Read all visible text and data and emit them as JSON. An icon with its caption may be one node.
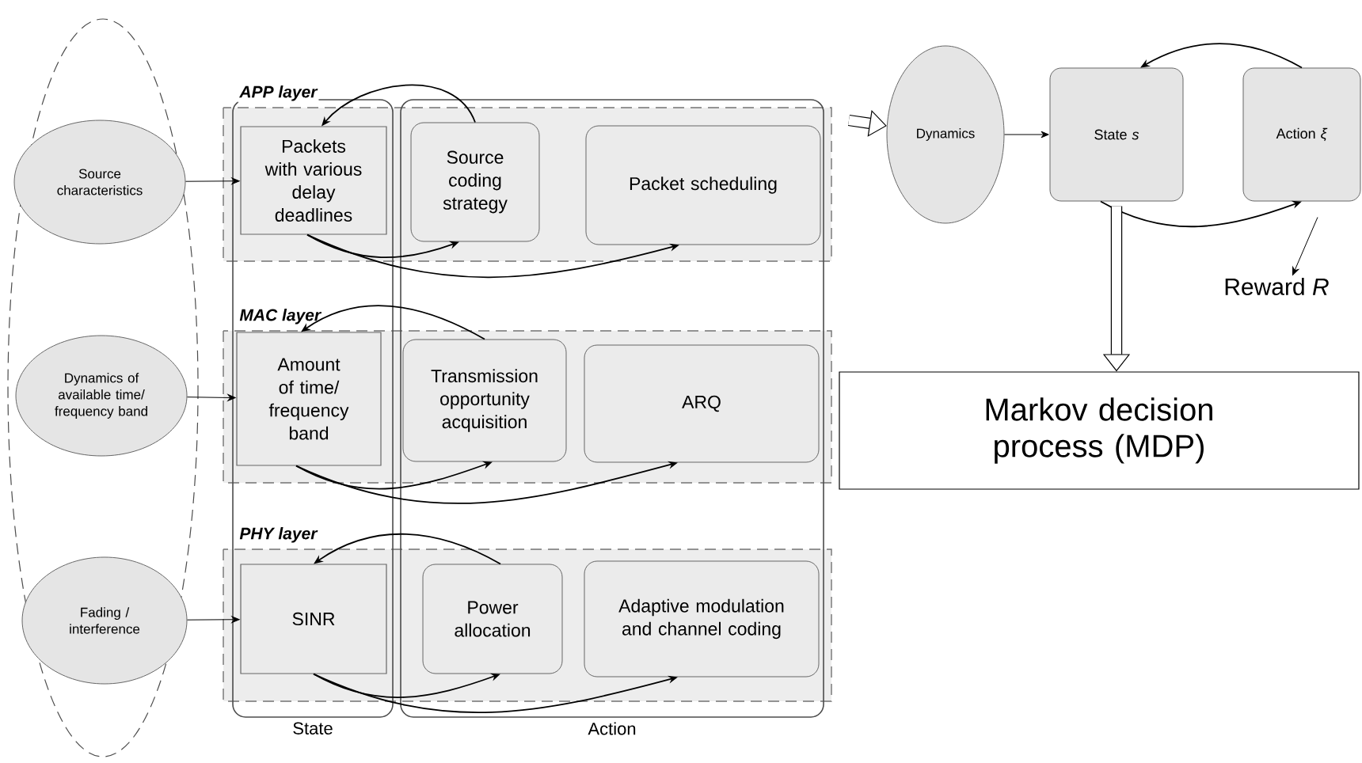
{
  "diagram": {
    "nodes": [
      {
        "text": [
          "Source characteristics"
        ]
      },
      {
        "text": [
          "Dynamics of available time/ frequency band"
        ]
      },
      {
        "text": [
          "Fading / interference"
        ]
      },
      {
        "text": [
          "Packets with various delay deadlines"
        ]
      },
      {
        "text": [
          "Source coding strategy"
        ]
      },
      {
        "text": [
          "Packet scheduling"
        ]
      },
      {
        "text": [
          "Amount of time/ frequency band"
        ]
      },
      {
        "text": [
          "Transmission opportunity acquisition"
        ]
      },
      {
        "text": [
          "ARQ"
        ]
      },
      {
        "text": [
          "SINR"
        ]
      },
      {
        "text": [
          "Power allocation"
        ]
      },
      {
        "text": [
          "Adaptive modulation and channel coding"
        ]
      },
      {
        "text": [
          "Dynamics"
        ]
      },
      {
        "text": [
          "State *s*"
        ]
      },
      {
        "text": [
          "Action *ξ*"
        ]
      },
      {
        "text": [
          "Reward *R*"
        ]
      },
      {
        "text": [
          "Markov decision process (MDP)"
        ]
      }
    ],
    "edges": [
      {
        "from": 0,
        "to": 3,
        "arrow": "to"
      },
      {
        "from": 1,
        "to": 6,
        "arrow": "to"
      },
      {
        "from": 2,
        "to": 9,
        "arrow": "to"
      },
      {
        "from": 4,
        "to": 3,
        "arrow": "to"
      },
      {
        "from": 3,
        "to": 4,
        "arrow": "to"
      },
      {
        "from": 3,
        "to": 5,
        "arrow": "to"
      },
      {
        "from": 7,
        "to": 6,
        "arrow": "to"
      },
      {
        "from": 6,
        "to": 7,
        "arrow": "to"
      },
      {
        "from": 6,
        "to": 8,
        "arrow": "to"
      },
      {
        "from": 10,
        "to": 9,
        "arrow": "to"
      },
      {
        "from": 9,
        "to": 10,
        "arrow": "to"
      },
      {
        "from": 9,
        "to": 11,
        "arrow": "to"
      },
      {
        "from": null,
        "to": 12,
        "arrow": "to",
        "style": "thick"
      },
      {
        "from": 12,
        "to": 13,
        "arrow": "to"
      },
      {
        "from": 13,
        "to": 14,
        "arrow": "to"
      },
      {
        "from": 14,
        "to": 13,
        "arrow": "to"
      },
      {
        "from": 14,
        "to": 15,
        "arrow": "to"
      },
      {
        "from": 13,
        "to": 16,
        "arrow": "to",
        "style": "thick"
      }
    ],
    "labels": [
      "APP layer",
      "MAC layer",
      "PHY layer",
      "State",
      "Action"
    ]
  }
}
